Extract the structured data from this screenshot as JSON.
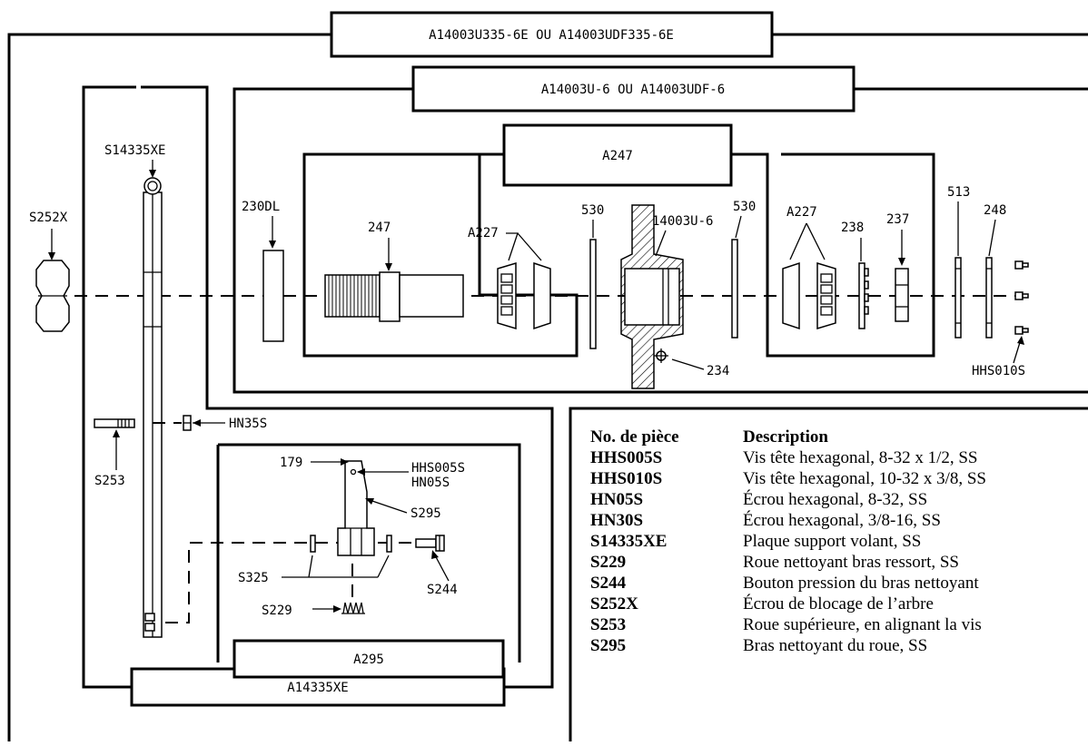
{
  "assemblies": {
    "outer": "A14003U335-6E OU A14003UDF335-6E",
    "hub": "A14003U-6 OU A14003UDF-6",
    "bearing": "A247",
    "arm": "A14335XE",
    "cleaner": "A295"
  },
  "callouts": {
    "s14335xe": "S14335XE",
    "s252x": "S252X",
    "p230dl": "230DL",
    "p247": "247",
    "a227_left": "A227",
    "p530_left": "530",
    "p14003u6": "14003U-6",
    "p530_right": "530",
    "a227_right": "A227",
    "p238": "238",
    "p237": "237",
    "p513": "513",
    "p248": "248",
    "hhs010s": "HHS010S",
    "p234": "234",
    "hn35s": "HN35S",
    "s253": "S253",
    "p179": "179",
    "hhs005s": "HHS005S",
    "hn05s": "HN05S",
    "s295": "S295",
    "s325": "S325",
    "s244": "S244",
    "s229": "S229"
  },
  "legend": {
    "header_part": "No. de pièce",
    "header_desc": "Description",
    "rows": [
      {
        "part": "HHS005S",
        "desc": "Vis tête hexagonal, 8-32 x 1/2, SS"
      },
      {
        "part": "HHS010S",
        "desc": "Vis tête hexagonal, 10-32 x 3/8, SS"
      },
      {
        "part": "HN05S",
        "desc": "Écrou hexagonal, 8-32, SS"
      },
      {
        "part": "HN30S",
        "desc": "Écrou hexagonal, 3/8-16, SS"
      },
      {
        "part": "S14335XE",
        "desc": "Plaque support volant, SS"
      },
      {
        "part": "S229",
        "desc": "Roue nettoyant bras ressort, SS"
      },
      {
        "part": "S244",
        "desc": "Bouton pression du bras nettoyant"
      },
      {
        "part": "S252X",
        "desc": "Écrou de blocage de l’arbre"
      },
      {
        "part": "S253",
        "desc": "Roue supérieure, en alignant la vis"
      },
      {
        "part": "S295",
        "desc": "Bras nettoyant du roue, SS"
      }
    ]
  }
}
